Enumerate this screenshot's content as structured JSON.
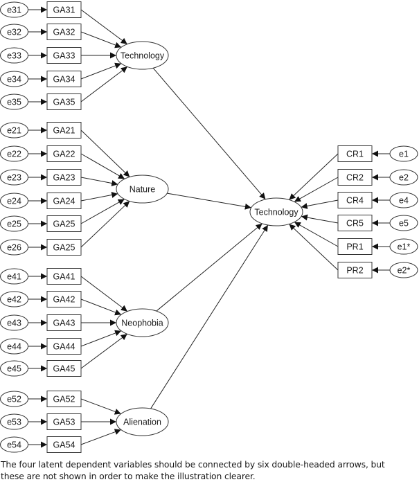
{
  "diagram": {
    "type": "structural-equation-model",
    "latent_factors": [
      {
        "id": "technology-factor",
        "label": "Technology",
        "indicators": [
          {
            "observed": "GA31",
            "error": "e31"
          },
          {
            "observed": "GA32",
            "error": "e32"
          },
          {
            "observed": "GA33",
            "error": "e33"
          },
          {
            "observed": "GA34",
            "error": "e34"
          },
          {
            "observed": "GA35",
            "error": "e35"
          }
        ]
      },
      {
        "id": "nature-factor",
        "label": "Nature",
        "indicators": [
          {
            "observed": "GA21",
            "error": "e21"
          },
          {
            "observed": "GA22",
            "error": "e22"
          },
          {
            "observed": "GA23",
            "error": "e23"
          },
          {
            "observed": "GA24",
            "error": "e24"
          },
          {
            "observed": "GA25",
            "error": "e25"
          },
          {
            "observed": "GA25",
            "error": "e26"
          }
        ]
      },
      {
        "id": "neophobia-factor",
        "label": "Neophobia",
        "indicators": [
          {
            "observed": "GA41",
            "error": "e41"
          },
          {
            "observed": "GA42",
            "error": "e42"
          },
          {
            "observed": "GA43",
            "error": "e43"
          },
          {
            "observed": "GA44",
            "error": "e44"
          },
          {
            "observed": "GA45",
            "error": "e45"
          }
        ]
      },
      {
        "id": "alienation-factor",
        "label": "Alienation",
        "indicators": [
          {
            "observed": "GA52",
            "error": "e52"
          },
          {
            "observed": "GA53",
            "error": "e53"
          },
          {
            "observed": "GA54",
            "error": "e54"
          }
        ]
      }
    ],
    "outcome": {
      "id": "technology-outcome",
      "label": "Technology",
      "indicators": [
        {
          "observed": "CR1",
          "error": "e1"
        },
        {
          "observed": "CR2",
          "error": "e2"
        },
        {
          "observed": "CR4",
          "error": "e4"
        },
        {
          "observed": "CR5",
          "error": "e5"
        },
        {
          "observed": "PR1",
          "error": "e1*"
        },
        {
          "observed": "PR2",
          "error": "e2*"
        }
      ]
    }
  },
  "caption": {
    "line1": "The four latent dependent variables should be connected by six double-headed arrows, but",
    "line2": "these are not shown in order to make the illustration clearer."
  }
}
